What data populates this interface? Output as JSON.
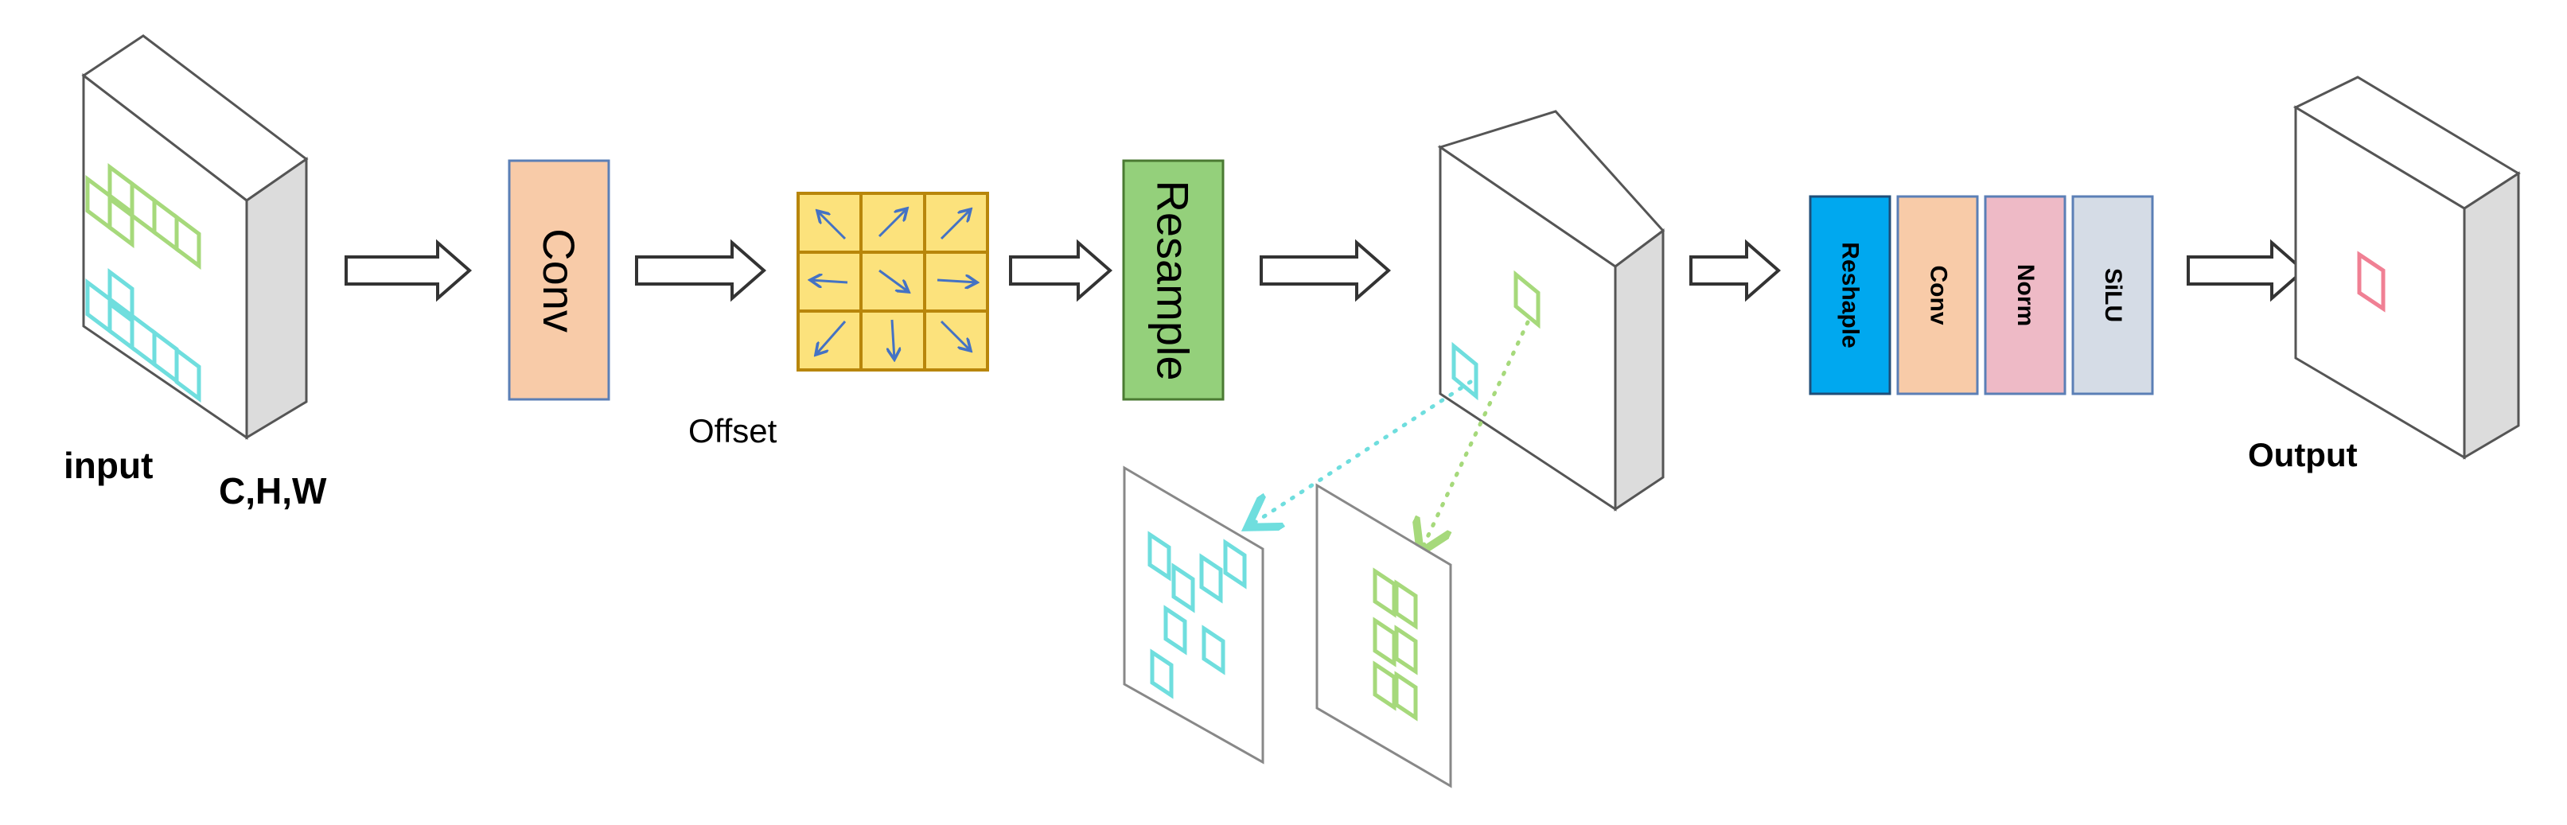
{
  "labels": {
    "input": "input",
    "dims": "C,H,W",
    "conv": "Conv",
    "offset": "Offset",
    "resample": "Resample",
    "output": "Output"
  },
  "head_blocks": [
    {
      "label": "Reshaple",
      "color": "#00a8ef",
      "text_color": "#000000"
    },
    {
      "label": "Conv",
      "color": "#f8cba8",
      "text_color": "#000000"
    },
    {
      "label": "Norm",
      "color": "#eebac6",
      "text_color": "#000000"
    },
    {
      "label": "SiLU",
      "color": "#d5dce6",
      "text_color": "#000000"
    }
  ],
  "colors": {
    "conv_fill": "#f8cba8",
    "conv_border": "#5b7fb6",
    "resample_fill": "#94d07b",
    "resample_border": "#4a7a32",
    "offset_fill": "#fce27c",
    "offset_border": "#b8860b",
    "offset_arrow": "#4472c4",
    "cube_front": "#ffffff",
    "cube_side": "#dcdcdc",
    "cube_edge": "#555555",
    "green_kernel": "#a6d97b",
    "cyan_kernel": "#6fdede",
    "pink_kernel": "#f08094"
  },
  "icons": {
    "flow_arrow": "hollow-right-arrow",
    "offset_vectors": [
      "arrow-up-left",
      "arrow-up-right",
      "arrow-up-right",
      "arrow-left",
      "arrow-down-right",
      "arrow-right",
      "arrow-down-left",
      "arrow-down",
      "arrow-down-right"
    ]
  }
}
